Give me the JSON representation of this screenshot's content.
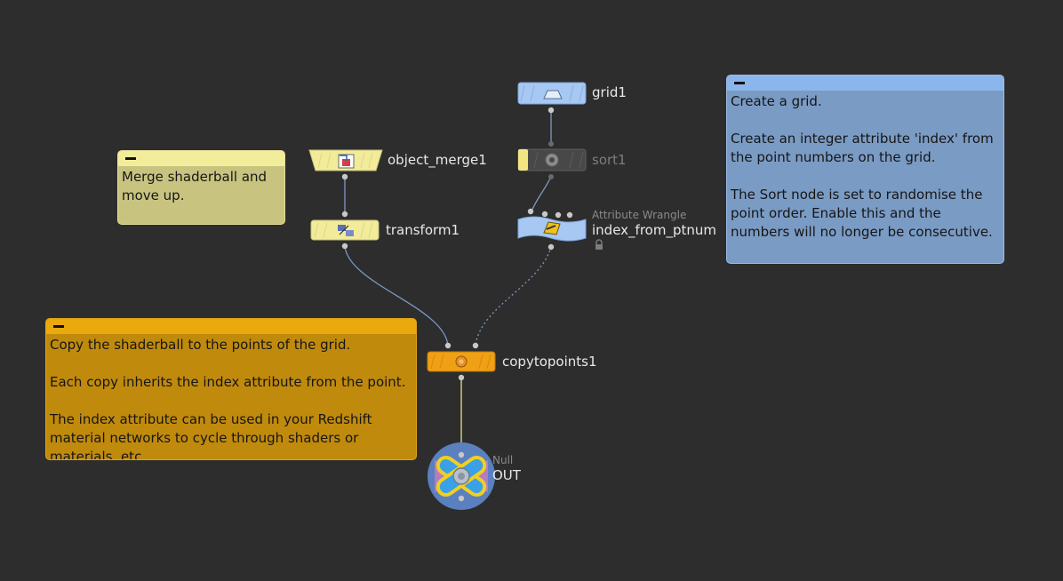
{
  "nodes": {
    "grid1": {
      "label": "grid1",
      "color": "#a8c8f4"
    },
    "sort1": {
      "label": "sort1",
      "color": "#4a4a4a",
      "bypassed": true
    },
    "wrangle": {
      "type_label": "Attribute Wrangle",
      "label": "index_from_ptnum",
      "color": "#a8c8f4",
      "locked": true
    },
    "object_merge1": {
      "label": "object_merge1",
      "color": "#f2ec9a"
    },
    "transform1": {
      "label": "transform1",
      "color": "#f2ec9a"
    },
    "copytopoints1": {
      "label": "copytopoints1",
      "color": "#f0a014"
    },
    "out": {
      "type_label": "Null",
      "label": "OUT",
      "color": "#5a80c0"
    }
  },
  "sticky_notes": {
    "grid_note": {
      "text": "Create a grid.\n\nCreate an integer attribute 'index' from the point numbers on the grid.\n\nThe Sort node is set to randomise the point order. Enable this and the numbers will no longer be consecutive.",
      "color": "#7a9bc4",
      "header_color": "#8ab6ec"
    },
    "merge_note": {
      "text": "Merge shaderball and move up.",
      "color": "#c8c480",
      "header_color": "#f2ed9a"
    },
    "copy_note": {
      "text": "Copy the shaderball to the points of the grid.\n\nEach copy inherits the index attribute from the point.\n\nThe index attribute can be used in your Redshift material networks to cycle through shaders or materials, etc.",
      "color": "#c08a0c",
      "header_color": "#eaa90c"
    }
  },
  "icons": {
    "grid1": "grid-icon",
    "sort1": "sort-gear-icon",
    "wrangle": "wrangle-icon",
    "object_merge1": "object-merge-icon",
    "transform1": "transform-icon",
    "copytopoints1": "copy-icon",
    "out": "null-icon",
    "lock": "lock-icon",
    "minimize": "minimize-icon"
  },
  "wire_color": "#7f98c6"
}
